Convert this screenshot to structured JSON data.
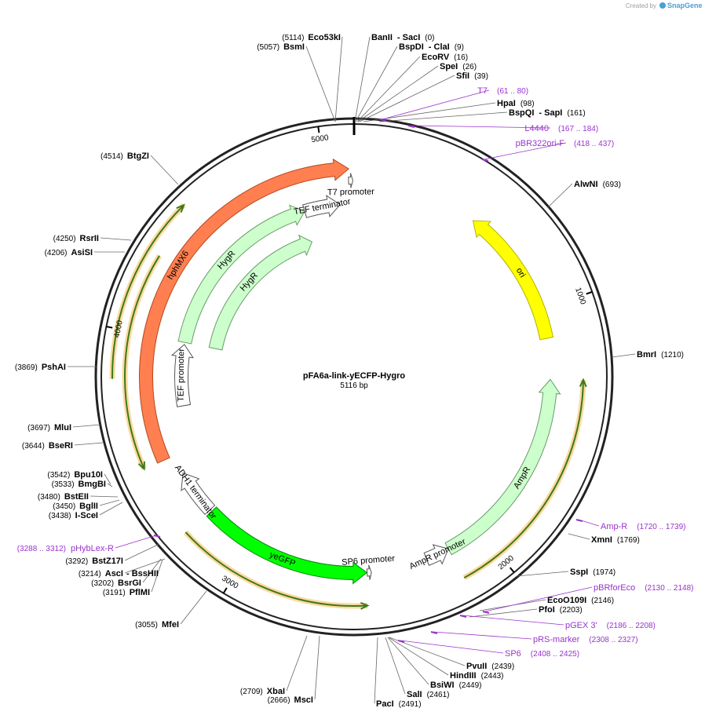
{
  "watermark": {
    "prefix": "Created by",
    "brand": "SnapGene"
  },
  "plasmid": {
    "name": "pFA6a-link-yECFP-Hygro",
    "length_label": "5116 bp",
    "length": 5116
  },
  "ticks": [
    {
      "bp": 1000,
      "label": "1000"
    },
    {
      "bp": 2000,
      "label": "2000"
    },
    {
      "bp": 3000,
      "label": "3000"
    },
    {
      "bp": 4000,
      "label": "4000"
    },
    {
      "bp": 5000,
      "label": "5000"
    }
  ],
  "features": [
    {
      "name": "ori",
      "start": 530,
      "end": 1119,
      "dir": -1,
      "ring": 0,
      "fill": "#ffff00",
      "stroke": "#b3b300",
      "label": "ori",
      "label_pos": "inside"
    },
    {
      "name": "AmpR",
      "start": 1290,
      "end": 2150,
      "dir": -1,
      "ring": 0,
      "fill": "#ccffcc",
      "stroke": "#6a9a6a",
      "label": "AmpR",
      "label_pos": "inside"
    },
    {
      "name": "AmpR promoter",
      "start": 2150,
      "end": 2250,
      "dir": -1,
      "ring": 0,
      "fill": "#ffffff",
      "stroke": "#555555",
      "label": "AmpR promoter",
      "label_pos": "inside"
    },
    {
      "name": "SP6 promoter",
      "start": 2486,
      "end": 2504,
      "dir": -1,
      "ring": 0,
      "fill": "#ffffff",
      "stroke": "#555555",
      "label": "SP6 promoter",
      "label_pos": "inside"
    },
    {
      "name": "yeGFP",
      "start": 2505,
      "end": 3220,
      "dir": -1,
      "ring": 0,
      "fill": "#00ff00",
      "stroke": "#008800",
      "label": "yeGFP",
      "label_pos": "inside"
    },
    {
      "name": "ADH1 terminator",
      "start": 3230,
      "end": 3420,
      "dir": 1,
      "ring": 0,
      "fill": "#ffffff",
      "stroke": "#555555",
      "label": "ADH1 terminator",
      "label_pos": "inside"
    },
    {
      "name": "hphMX6",
      "start": 3500,
      "end": 5095,
      "dir": 1,
      "ring": 1,
      "fill": "#ff7f50",
      "stroke": "#b24a1f",
      "label": "hphMX6",
      "label_pos": "inside"
    },
    {
      "name": "TEF promoter",
      "start": 3700,
      "end": 3990,
      "dir": 1,
      "ring": 2,
      "fill": "#ffffff",
      "stroke": "#555555",
      "label": "TEF promoter",
      "label_pos": "inside"
    },
    {
      "name": "HygR",
      "start": 4000,
      "end": 4880,
      "dir": 1,
      "ring": 2,
      "fill": "#ccffcc",
      "stroke": "#6a9a6a",
      "label": "HygR",
      "label_pos": "inside"
    },
    {
      "name": "TEF terminator",
      "start": 4880,
      "end": 5050,
      "dir": 1,
      "ring": 2,
      "fill": "#ffffff",
      "stroke": "#555555",
      "label": "TEF terminator",
      "label_pos": "inside"
    },
    {
      "name": "HygR",
      "start": 4000,
      "end": 4870,
      "dir": 1,
      "ring": 3,
      "fill": "#ccffcc",
      "stroke": "#6a9a6a",
      "label": "HygR",
      "label_pos": "inside"
    },
    {
      "name": "T7 promoter",
      "start": 5093,
      "end": 5111,
      "dir": 1,
      "ring": 0,
      "fill": "#ffffff",
      "stroke": "#555555",
      "label": "T7 promoter",
      "label_pos": "inside"
    }
  ],
  "outer_arcs": [
    {
      "start": 1290,
      "end": 2150,
      "dir": -1,
      "ring": 0
    },
    {
      "start": 2510,
      "end": 3230,
      "dir": -1,
      "ring": 0
    },
    {
      "start": 3500,
      "end": 4290,
      "dir": -1,
      "ring": 0
    },
    {
      "start": 3830,
      "end": 4480,
      "dir": 1,
      "ring": 1
    }
  ],
  "restriction_sites": [
    {
      "name": "Eco53kI",
      "pos_label": "(5114)"
    },
    {
      "name": "BsmI",
      "pos_label": "(5057)"
    },
    {
      "name": "BanII",
      "pos_label": "(0)",
      "extra": "- SacI"
    },
    {
      "name": "BspDI",
      "pos_label": "(9)",
      "extra": "- ClaI"
    },
    {
      "name": "EcoRV",
      "pos_label": "(16)"
    },
    {
      "name": "SpeI",
      "pos_label": "(26)"
    },
    {
      "name": "SfiI",
      "pos_label": "(39)"
    },
    {
      "name": "HpaI",
      "pos_label": "(98)"
    },
    {
      "name": "BspQI",
      "pos_label": "(161)",
      "extra": "- SapI"
    },
    {
      "name": "AlwNI",
      "pos_label": "(693)"
    },
    {
      "name": "BmrI",
      "pos_label": "(1210)"
    },
    {
      "name": "XmnI",
      "pos_label": "(1769)"
    },
    {
      "name": "SspI",
      "pos_label": "(1974)"
    },
    {
      "name": "EcoO109I",
      "pos_label": "(2146)"
    },
    {
      "name": "PfoI",
      "pos_label": "(2203)"
    },
    {
      "name": "PvuII",
      "pos_label": "(2439)"
    },
    {
      "name": "HindIII",
      "pos_label": "(2443)"
    },
    {
      "name": "BsiWI",
      "pos_label": "(2449)"
    },
    {
      "name": "SalI",
      "pos_label": "(2461)"
    },
    {
      "name": "PacI",
      "pos_label": "(2491)"
    },
    {
      "name": "XbaI",
      "pos_label": "(2709)"
    },
    {
      "name": "MscI",
      "pos_label": "(2666)"
    },
    {
      "name": "MfeI",
      "pos_label": "(3055)"
    },
    {
      "name": "PflMI",
      "pos_label": "(3191)"
    },
    {
      "name": "BsrGI",
      "pos_label": "(3202)"
    },
    {
      "name": "AscI",
      "pos_label": "(3214)",
      "extra": "- BssHII"
    },
    {
      "name": "BstZ17I",
      "pos_label": "(3292)"
    },
    {
      "name": "I-SceI",
      "pos_label": "(3438)"
    },
    {
      "name": "BglII",
      "pos_label": "(3450)"
    },
    {
      "name": "BstEII",
      "pos_label": "(3480)"
    },
    {
      "name": "BmgBI",
      "pos_label": "(3533)"
    },
    {
      "name": "Bpu10I",
      "pos_label": "(3542)"
    },
    {
      "name": "BseRI",
      "pos_label": "(3644)"
    },
    {
      "name": "MluI",
      "pos_label": "(3697)"
    },
    {
      "name": "PshAI",
      "pos_label": "(3869)"
    },
    {
      "name": "AsiSI",
      "pos_label": "(4206)"
    },
    {
      "name": "RsrII",
      "pos_label": "(4250)"
    },
    {
      "name": "BtgZI",
      "pos_label": "(4514)"
    }
  ],
  "primers": [
    {
      "name": "T7",
      "range": "(61 .. 80)"
    },
    {
      "name": "L4440",
      "range": "(167 .. 184)"
    },
    {
      "name": "pBR322ori-F",
      "range": "(418 .. 437)"
    },
    {
      "name": "Amp-R",
      "range": "(1720 .. 1739)"
    },
    {
      "name": "pBRforEco",
      "range": "(2130 .. 2148)"
    },
    {
      "name": "pGEX 3'",
      "range": "(2186 .. 2208)"
    },
    {
      "name": "pRS-marker",
      "range": "(2308 .. 2327)"
    },
    {
      "name": "SP6",
      "range": "(2408 .. 2425)"
    },
    {
      "name": "pHybLex-R",
      "range": "(3288 .. 3312)"
    }
  ],
  "colors": {
    "backbone": "#222222",
    "primer": "#9933cc",
    "enzyme_line": "#666666"
  }
}
